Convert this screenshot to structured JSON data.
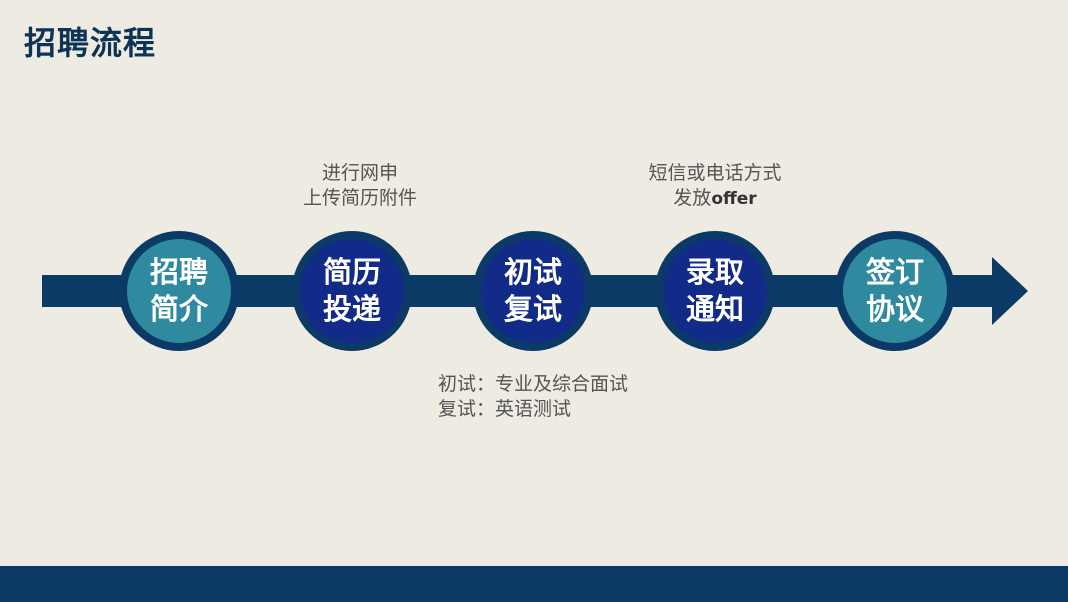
{
  "title": "招聘流程",
  "steps": [
    {
      "line1": "招聘",
      "line2": "简介"
    },
    {
      "line1": "简历",
      "line2": "投递"
    },
    {
      "line1": "初试",
      "line2": "复试"
    },
    {
      "line1": "录取",
      "line2": "通知"
    },
    {
      "line1": "签订",
      "line2": "协议"
    }
  ],
  "notes": {
    "apply": {
      "line1": "进行网申",
      "line2": "上传简历附件"
    },
    "notify": {
      "line1": "短信或电话方式",
      "line2_prefix": "发放",
      "line2_bold": "offer"
    },
    "interview": {
      "line1": "初试：专业及综合面试",
      "line2": "复试：英语测试"
    }
  },
  "colors": {
    "background": "#edebe2",
    "navy": "#0b3a66",
    "teal": "#2f8aa0",
    "royal_blue": "#122b88",
    "title": "#0e3358"
  }
}
